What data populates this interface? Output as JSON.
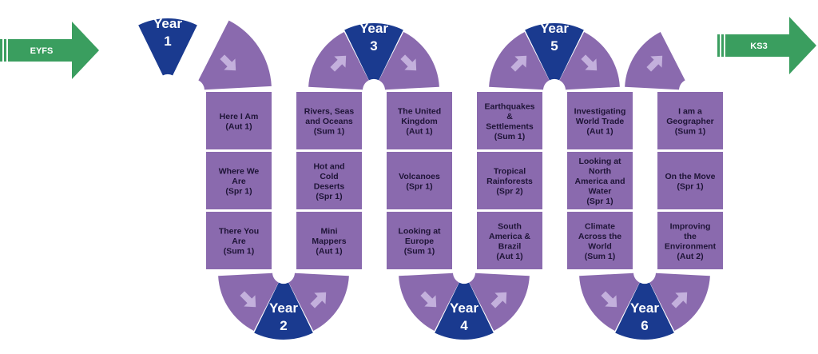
{
  "colors": {
    "cell": "#8a6aae",
    "year": "#1a3a8f",
    "arrow": "#c3b0dc",
    "stage": "#3a9e5f"
  },
  "start_label": "EYFS",
  "end_label": "KS3",
  "columns": [
    {
      "units": [
        [
          "Here I Am",
          "(Aut 1)"
        ],
        [
          "Where We",
          "Are",
          "(Spr 1)"
        ],
        [
          "There You",
          "Are",
          "(Sum 1)"
        ]
      ]
    },
    {
      "units": [
        [
          "Rivers, Seas",
          "and Oceans",
          "(Sum 1)"
        ],
        [
          "Hot and",
          "Cold",
          "Deserts",
          "(Spr 1)"
        ],
        [
          "Mini",
          "Mappers",
          "(Aut 1)"
        ]
      ]
    },
    {
      "units": [
        [
          "The United",
          "Kingdom",
          "(Aut 1)"
        ],
        [
          "Volcanoes",
          "(Spr 1)"
        ],
        [
          "Looking at",
          "Europe",
          "(Sum 1)"
        ]
      ]
    },
    {
      "units": [
        [
          "Earthquakes",
          "&",
          "Settlements",
          "(Sum 1)"
        ],
        [
          "Tropical",
          "Rainforests",
          "(Spr 2)"
        ],
        [
          "South",
          "America &",
          "Brazil",
          "(Aut 1)"
        ]
      ]
    },
    {
      "units": [
        [
          "Investigating",
          "World Trade",
          "(Aut 1)"
        ],
        [
          "Looking at",
          "North",
          "America and",
          "Water",
          "(Spr 1)"
        ],
        [
          "Climate",
          "Across the",
          "World",
          "(Sum 1)"
        ]
      ]
    },
    {
      "units": [
        [
          "I am a",
          "Geographer",
          "(Sum 1)"
        ],
        [
          "On the Move",
          "(Spr 1)"
        ],
        [
          "Improving",
          "the",
          "Environment",
          "(Aut 2)"
        ]
      ]
    }
  ],
  "years": [
    {
      "word": "Year",
      "num": "1"
    },
    {
      "word": "Year",
      "num": "2"
    },
    {
      "word": "Year",
      "num": "3"
    },
    {
      "word": "Year",
      "num": "4"
    },
    {
      "word": "Year",
      "num": "5"
    },
    {
      "word": "Year",
      "num": "6"
    }
  ]
}
